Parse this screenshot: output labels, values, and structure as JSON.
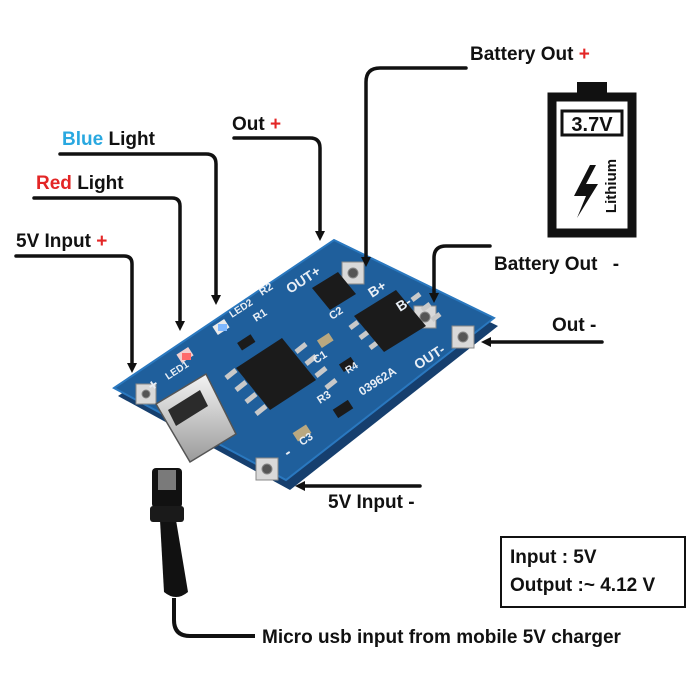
{
  "labels": {
    "battery_out_plus": {
      "text": "Battery Out",
      "sign": "+"
    },
    "battery_out_minus": {
      "text": "Battery Out",
      "sign": "-"
    },
    "out_plus": {
      "text": "Out",
      "sign": "+"
    },
    "out_minus": {
      "text": "Out -"
    },
    "blue_light": {
      "color_word": "Blue",
      "text": "Light"
    },
    "red_light": {
      "color_word": "Red",
      "text": "Light"
    },
    "input_5v_plus": {
      "text": "5V Input",
      "sign": "+"
    },
    "input_5v_minus": {
      "text": "5V Input -"
    },
    "micro_usb": {
      "text": "Micro usb input from mobile 5V charger"
    }
  },
  "spec": {
    "input": "Input : 5V",
    "output": "Output :~ 4.12 V"
  },
  "battery": {
    "voltage": "3.7V",
    "chemistry": "Lithium"
  },
  "board": {
    "pads": {
      "out_plus": "OUT+",
      "b_plus": "B+",
      "b_minus": "B-",
      "out_minus": "OUT-",
      "plus": "+",
      "minus": "-"
    },
    "silkscreen": {
      "led2": "LED2",
      "led1": "LED1",
      "r1": "R1",
      "r2": "R2",
      "r3": "R3",
      "c1": "C1",
      "c2": "C2",
      "c3": "C3",
      "code": "03962A",
      "r4": "R4"
    }
  },
  "colors": {
    "blue_word": "#29a8e0",
    "red_word": "#e32626",
    "plus_sign": "#e32626",
    "pcb": "#1f5f9c",
    "pcb_dark": "#163f6e"
  }
}
